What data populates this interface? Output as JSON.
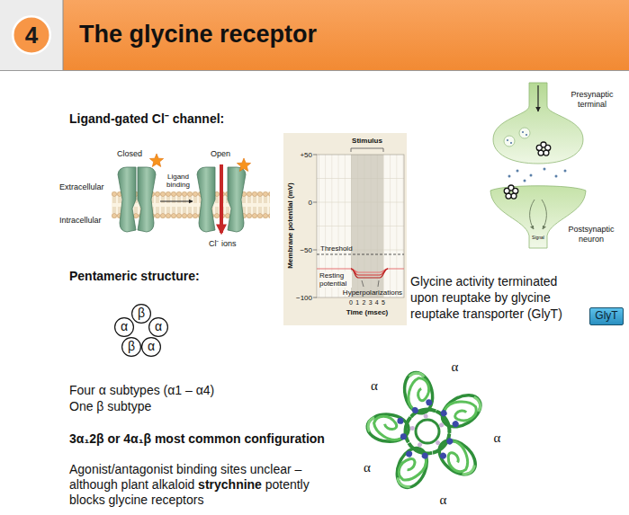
{
  "diagram": {
    "title": "The glycine receptor",
    "nodes": [
      {
        "text": [
          "4"
        ]
      },
      {
        "text": [
          "GlyT"
        ]
      },
      {
        "text": [
          "β"
        ]
      },
      {
        "text": [
          "α"
        ]
      },
      {
        "text": [
          "α"
        ]
      },
      {
        "text": [
          "β"
        ]
      },
      {
        "text": [
          "α"
        ]
      }
    ],
    "labels": [
      "Ligand-gated Cl⁻ channel:",
      "Closed",
      "Open",
      "Ligand binding",
      "Extracellular",
      "Intracellular",
      "Cl⁻ ions",
      "Stimulus",
      "+50",
      "0",
      "−50",
      "−100",
      "Membrane potential (mV)",
      "Threshold",
      "Resting potential",
      "Hyperpolarizations",
      "0",
      "1",
      "2",
      "3",
      "4",
      "5",
      "Time (msec)",
      "Presynaptic terminal",
      "Postsynaptic neuron",
      "Signal",
      "Glycine activity terminated upon reuptake by glycine reuptake transporter (GlyT)",
      "Pentameric structure:",
      "Four α subtypes (α1 – α4)",
      "One β subtype",
      "3α₁2β or 4α₁β most common configuration",
      "Agonist/antagonist binding sites unclear – although plant alkaloid",
      "strychnine",
      "potently blocks glycine receptors",
      "α",
      "α",
      "α",
      "α",
      "α"
    ]
  }
}
